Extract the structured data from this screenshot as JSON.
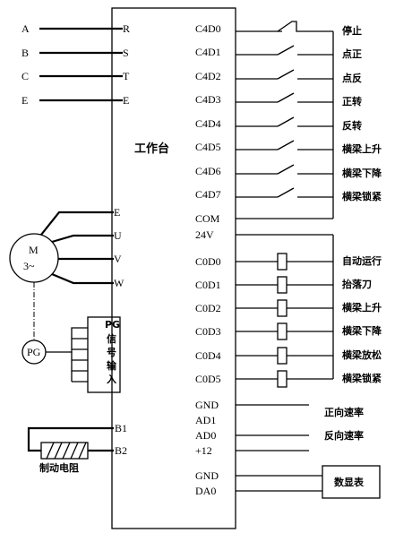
{
  "controller": {
    "title": "工作台",
    "power_inputs": [
      {
        "line": "A",
        "terminal": "R"
      },
      {
        "line": "B",
        "terminal": "S"
      },
      {
        "line": "C",
        "terminal": "T"
      },
      {
        "line": "E",
        "terminal": "E"
      }
    ],
    "motor_terminals": [
      "E",
      "U",
      "V",
      "W"
    ],
    "pg_terminal_label": "PG",
    "pg_signal_label_chars": [
      "信",
      "号",
      "输",
      "入"
    ],
    "brake_terminals": [
      "B1",
      "B2"
    ]
  },
  "motor": {
    "label_top": "M",
    "label_bottom": "3~"
  },
  "encoder": {
    "label": "PG"
  },
  "brake_resistor": {
    "label": "制动电阻"
  },
  "digital_inputs": [
    {
      "terminal": "C4D0",
      "function": "停止"
    },
    {
      "terminal": "C4D1",
      "function": "点正"
    },
    {
      "terminal": "C4D2",
      "function": "点反"
    },
    {
      "terminal": "C4D3",
      "function": "正转"
    },
    {
      "terminal": "C4D4",
      "function": "反转"
    },
    {
      "terminal": "C4D5",
      "function": "横梁上升"
    },
    {
      "terminal": "C4D6",
      "function": "横梁下降"
    },
    {
      "terminal": "C4D7",
      "function": "横梁锁紧"
    }
  ],
  "common": {
    "com": "COM",
    "v24": "24V"
  },
  "digital_outputs": [
    {
      "terminal": "C0D0",
      "function": "自动运行"
    },
    {
      "terminal": "C0D1",
      "function": "抬落刀"
    },
    {
      "terminal": "C0D2",
      "function": "横梁上升"
    },
    {
      "terminal": "C0D3",
      "function": "横梁下降"
    },
    {
      "terminal": "C0D4",
      "function": "横梁放松"
    },
    {
      "terminal": "C0D5",
      "function": "横梁锁紧"
    }
  ],
  "analog": {
    "gnd": "GND",
    "ad1": "AD1",
    "ad0": "AD0",
    "plus12": "+12",
    "ad1_function": "正向速率",
    "ad0_function": "反向速率"
  },
  "display_output": {
    "gnd": "GND",
    "da0": "DA0",
    "device": "数显表"
  }
}
